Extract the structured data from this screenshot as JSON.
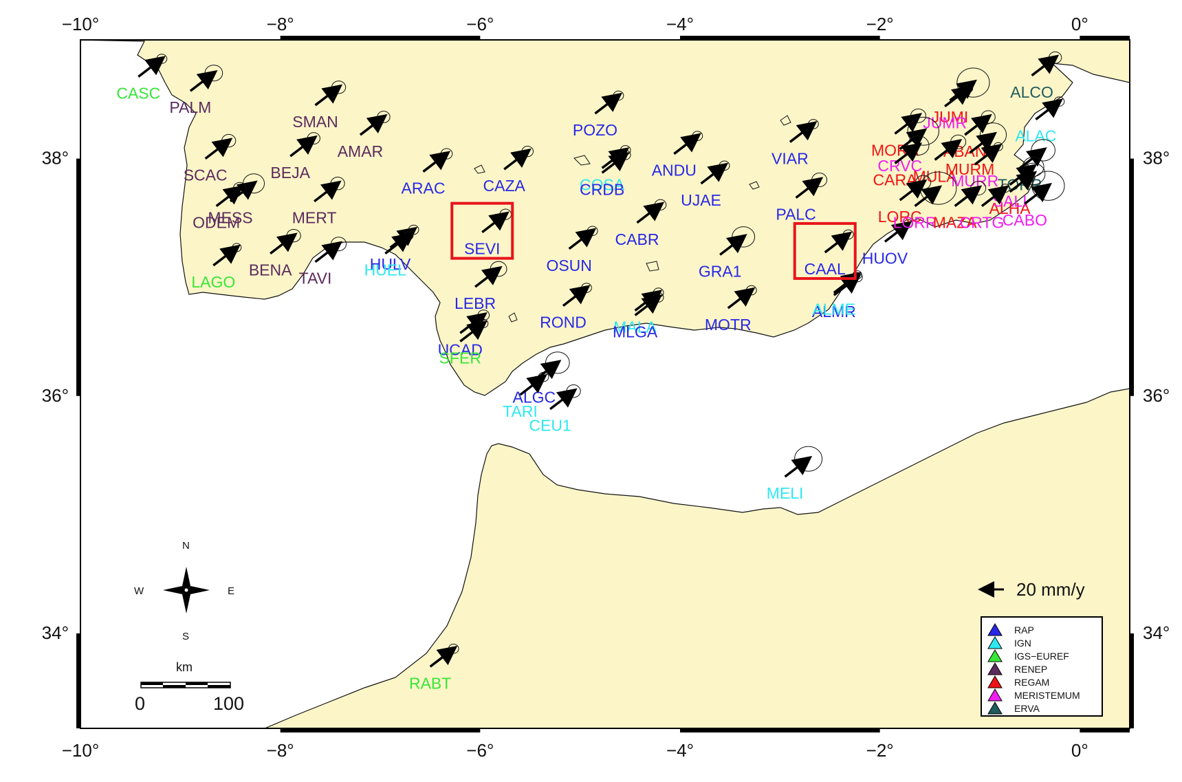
{
  "map": {
    "lon_range": [
      -10,
      0.5
    ],
    "lat_range": [
      33.2,
      39.0
    ],
    "lon_ticks": [
      {
        "value": -10,
        "label": "−10°"
      },
      {
        "value": -8,
        "label": "−8°"
      },
      {
        "value": -6,
        "label": "−6°"
      },
      {
        "value": -4,
        "label": "−4°"
      },
      {
        "value": -2,
        "label": "−2°"
      },
      {
        "value": 0,
        "label": "0°"
      }
    ],
    "lat_ticks": [
      {
        "value": 38,
        "label": "38°"
      },
      {
        "value": 36,
        "label": "36°"
      },
      {
        "value": 34,
        "label": "34°"
      }
    ],
    "land_color": "#fbf5c8",
    "sea_color": "#ffffff",
    "highlight_color": "#e8141b"
  },
  "network_colors": {
    "RAP": "#2828e6",
    "IGN": "#2ee8f0",
    "IGS-EUREF": "#37e637",
    "RENEP": "#5c2a5c",
    "REGAM": "#f01414",
    "MERISTEMUM": "#f01cf0",
    "ERVA": "#1f5c5c"
  },
  "stations": [
    {
      "name": "CASC",
      "lon": -9.42,
      "lat": 38.69,
      "net": "IGS-EUREF",
      "err": 0.6
    },
    {
      "name": "PALM",
      "lon": -8.9,
      "lat": 38.57,
      "net": "RENEP",
      "err": 1.2
    },
    {
      "name": "SMAN",
      "lon": -7.65,
      "lat": 38.45,
      "net": "RENEP",
      "err": 0.9
    },
    {
      "name": "AMAR",
      "lon": -7.2,
      "lat": 38.2,
      "net": "RENEP",
      "err": 0.8
    },
    {
      "name": "SCAC",
      "lon": -8.75,
      "lat": 38.0,
      "net": "RENEP",
      "err": 0.9
    },
    {
      "name": "BEJA",
      "lon": -7.9,
      "lat": 38.02,
      "net": "RENEP",
      "err": 0.8
    },
    {
      "name": "MESS",
      "lon": -8.5,
      "lat": 37.64,
      "net": "RENEP",
      "err": 1.5
    },
    {
      "name": "ODEM",
      "lon": -8.64,
      "lat": 37.6,
      "net": "RENEP",
      "err": 0.8
    },
    {
      "name": "MERT",
      "lon": -7.66,
      "lat": 37.64,
      "net": "RENEP",
      "err": 0.9
    },
    {
      "name": "BENA",
      "lon": -8.1,
      "lat": 37.2,
      "net": "RENEP",
      "err": 0.9
    },
    {
      "name": "TAVI",
      "lon": -7.65,
      "lat": 37.13,
      "net": "RENEP",
      "err": 1.0
    },
    {
      "name": "LAGO",
      "lon": -8.67,
      "lat": 37.1,
      "net": "IGS-EUREF",
      "err": 0.5
    },
    {
      "name": "HULV",
      "lon": -6.9,
      "lat": 37.25,
      "net": "RAP",
      "err": 0.6
    },
    {
      "name": "HUEL",
      "lon": -6.95,
      "lat": 37.2,
      "net": "IGN",
      "err": 0.5
    },
    {
      "name": "ARAC",
      "lon": -6.57,
      "lat": 37.89,
      "net": "RAP",
      "err": 0.7
    },
    {
      "name": "CAZA",
      "lon": -5.76,
      "lat": 37.91,
      "net": "RAP",
      "err": 0.7
    },
    {
      "name": "SEVI",
      "lon": -5.98,
      "lat": 37.38,
      "net": "RAP",
      "err": 0.7,
      "highlight": true
    },
    {
      "name": "LEBR",
      "lon": -6.05,
      "lat": 36.92,
      "net": "RAP",
      "err": 1.1
    },
    {
      "name": "UCAD",
      "lon": -6.2,
      "lat": 36.53,
      "net": "RAP",
      "err": 0.7
    },
    {
      "name": "SFER",
      "lon": -6.2,
      "lat": 36.46,
      "net": "IGS-EUREF",
      "err": 0.5
    },
    {
      "name": "ALGC",
      "lon": -5.46,
      "lat": 36.13,
      "net": "RAP",
      "err": 1.7
    },
    {
      "name": "TARI",
      "lon": -5.6,
      "lat": 36.01,
      "net": "IGN",
      "err": 0.6
    },
    {
      "name": "CEU1",
      "lon": -5.3,
      "lat": 35.89,
      "net": "IGN",
      "err": 0.9
    },
    {
      "name": "POZO",
      "lon": -4.85,
      "lat": 38.38,
      "net": "RAP",
      "err": 0.6
    },
    {
      "name": "COSA",
      "lon": -4.78,
      "lat": 37.92,
      "net": "IGN",
      "err": 0.6
    },
    {
      "name": "CRDB",
      "lon": -4.78,
      "lat": 37.88,
      "net": "RAP",
      "err": 0.6
    },
    {
      "name": "ANDU",
      "lon": -4.06,
      "lat": 38.04,
      "net": "RAP",
      "err": 0.6
    },
    {
      "name": "UJAE",
      "lon": -3.79,
      "lat": 37.79,
      "net": "RAP",
      "err": 0.6
    },
    {
      "name": "OSUN",
      "lon": -5.11,
      "lat": 37.24,
      "net": "RAP",
      "err": 0.6
    },
    {
      "name": "CABR",
      "lon": -4.43,
      "lat": 37.46,
      "net": "RAP",
      "err": 0.7
    },
    {
      "name": "ROND",
      "lon": -5.17,
      "lat": 36.76,
      "net": "RAP",
      "err": 0.6
    },
    {
      "name": "MALA",
      "lon": -4.45,
      "lat": 36.72,
      "net": "IGN",
      "err": 0.6
    },
    {
      "name": "MLGA",
      "lon": -4.45,
      "lat": 36.68,
      "net": "RAP",
      "err": 0.6
    },
    {
      "name": "GRA1",
      "lon": -3.6,
      "lat": 37.19,
      "net": "RAP",
      "err": 1.6
    },
    {
      "name": "MOTR",
      "lon": -3.52,
      "lat": 36.74,
      "net": "RAP",
      "err": 0.6
    },
    {
      "name": "VIAR",
      "lon": -2.9,
      "lat": 38.14,
      "net": "RAP",
      "err": 0.6
    },
    {
      "name": "PALC",
      "lon": -2.84,
      "lat": 37.67,
      "net": "RAP",
      "err": 1.0
    },
    {
      "name": "CAAL",
      "lon": -2.55,
      "lat": 37.21,
      "net": "RAP",
      "err": 0.6,
      "highlight": true
    },
    {
      "name": "ALMR",
      "lon": -2.46,
      "lat": 36.85,
      "net": "RAP",
      "err": 0.6
    },
    {
      "name": "ALME",
      "lon": -2.46,
      "lat": 36.87,
      "net": "IGN",
      "err": 0.5
    },
    {
      "name": "HUOV",
      "lon": -1.95,
      "lat": 37.3,
      "net": "RAP",
      "err": 0.5
    },
    {
      "name": "MELI",
      "lon": -2.95,
      "lat": 35.32,
      "net": "IGN",
      "err": 2.0
    },
    {
      "name": "RABT",
      "lon": -6.5,
      "lat": 33.72,
      "net": "IGS-EUREF",
      "err": 0.6
    },
    {
      "name": "ALCO",
      "lon": -0.48,
      "lat": 38.7,
      "net": "ERVA",
      "err": 0.8
    },
    {
      "name": "JUMI",
      "lon": -1.3,
      "lat": 38.49,
      "net": "REGAM",
      "err": 2.4
    },
    {
      "name": "JUMR",
      "lon": -1.35,
      "lat": 38.44,
      "net": "MERISTEMUM",
      "err": 0.5
    },
    {
      "name": "MORA",
      "lon": -1.85,
      "lat": 38.21,
      "net": "REGAM",
      "err": 1.0
    },
    {
      "name": "CRVC",
      "lon": -1.8,
      "lat": 38.08,
      "net": "MERISTEMUM",
      "err": 2.3
    },
    {
      "name": "CARA",
      "lon": -1.85,
      "lat": 37.96,
      "net": "REGAM",
      "err": 1.5
    },
    {
      "name": "ABAN",
      "lon": -1.15,
      "lat": 38.2,
      "net": "REGAM",
      "err": 0.9
    },
    {
      "name": "ALAC",
      "lon": -0.44,
      "lat": 38.33,
      "net": "IGN",
      "err": 0.6
    },
    {
      "name": "MURM",
      "lon": -1.1,
      "lat": 38.05,
      "net": "REGAM",
      "err": 1.9
    },
    {
      "name": "TORR",
      "lon": -0.6,
      "lat": 37.92,
      "net": "ERVA",
      "err": 1.7
    },
    {
      "name": "MULA",
      "lon": -1.45,
      "lat": 37.99,
      "net": "REGAM",
      "err": 1.0
    },
    {
      "name": "MURR",
      "lon": -1.05,
      "lat": 37.95,
      "net": "MERISTEMUM",
      "err": 0.5
    },
    {
      "name": "LORC",
      "lon": -1.8,
      "lat": 37.65,
      "net": "REGAM",
      "err": 1.0
    },
    {
      "name": "LORR",
      "lon": -1.65,
      "lat": 37.6,
      "net": "MERISTEMUM",
      "err": 2.7
    },
    {
      "name": "MAZA",
      "lon": -1.25,
      "lat": 37.6,
      "net": "REGAM",
      "err": 1.0
    },
    {
      "name": "ALHA",
      "lon": -0.7,
      "lat": 37.72,
      "net": "REGAM",
      "err": 1.7
    },
    {
      "name": "SALI",
      "lon": -0.7,
      "lat": 37.78,
      "net": "MERISTEMUM",
      "err": 1.5
    },
    {
      "name": "CABO",
      "lon": -0.55,
      "lat": 37.62,
      "net": "MERISTEMUM",
      "err": 2.4
    },
    {
      "name": "CRTG",
      "lon": -0.98,
      "lat": 37.6,
      "net": "MERISTEMUM",
      "err": 0.5
    }
  ],
  "scale_arrow": {
    "label": "20 mm/y"
  },
  "compass": {
    "n": "N",
    "s": "S",
    "e": "E",
    "w": "W"
  },
  "scalebar": {
    "unit": "km",
    "start": "0",
    "end": "100"
  },
  "legend": {
    "items": [
      {
        "label": "RAP",
        "color": "#2828e6"
      },
      {
        "label": "IGN",
        "color": "#2ee8f0"
      },
      {
        "label": "IGS−EUREF",
        "color": "#37e637"
      },
      {
        "label": "RENEP",
        "color": "#5c2a5c"
      },
      {
        "label": "REGAM",
        "color": "#f01414"
      },
      {
        "label": "MERISTEMUM",
        "color": "#f01cf0"
      },
      {
        "label": "ERVA",
        "color": "#1f5c5c"
      }
    ]
  }
}
